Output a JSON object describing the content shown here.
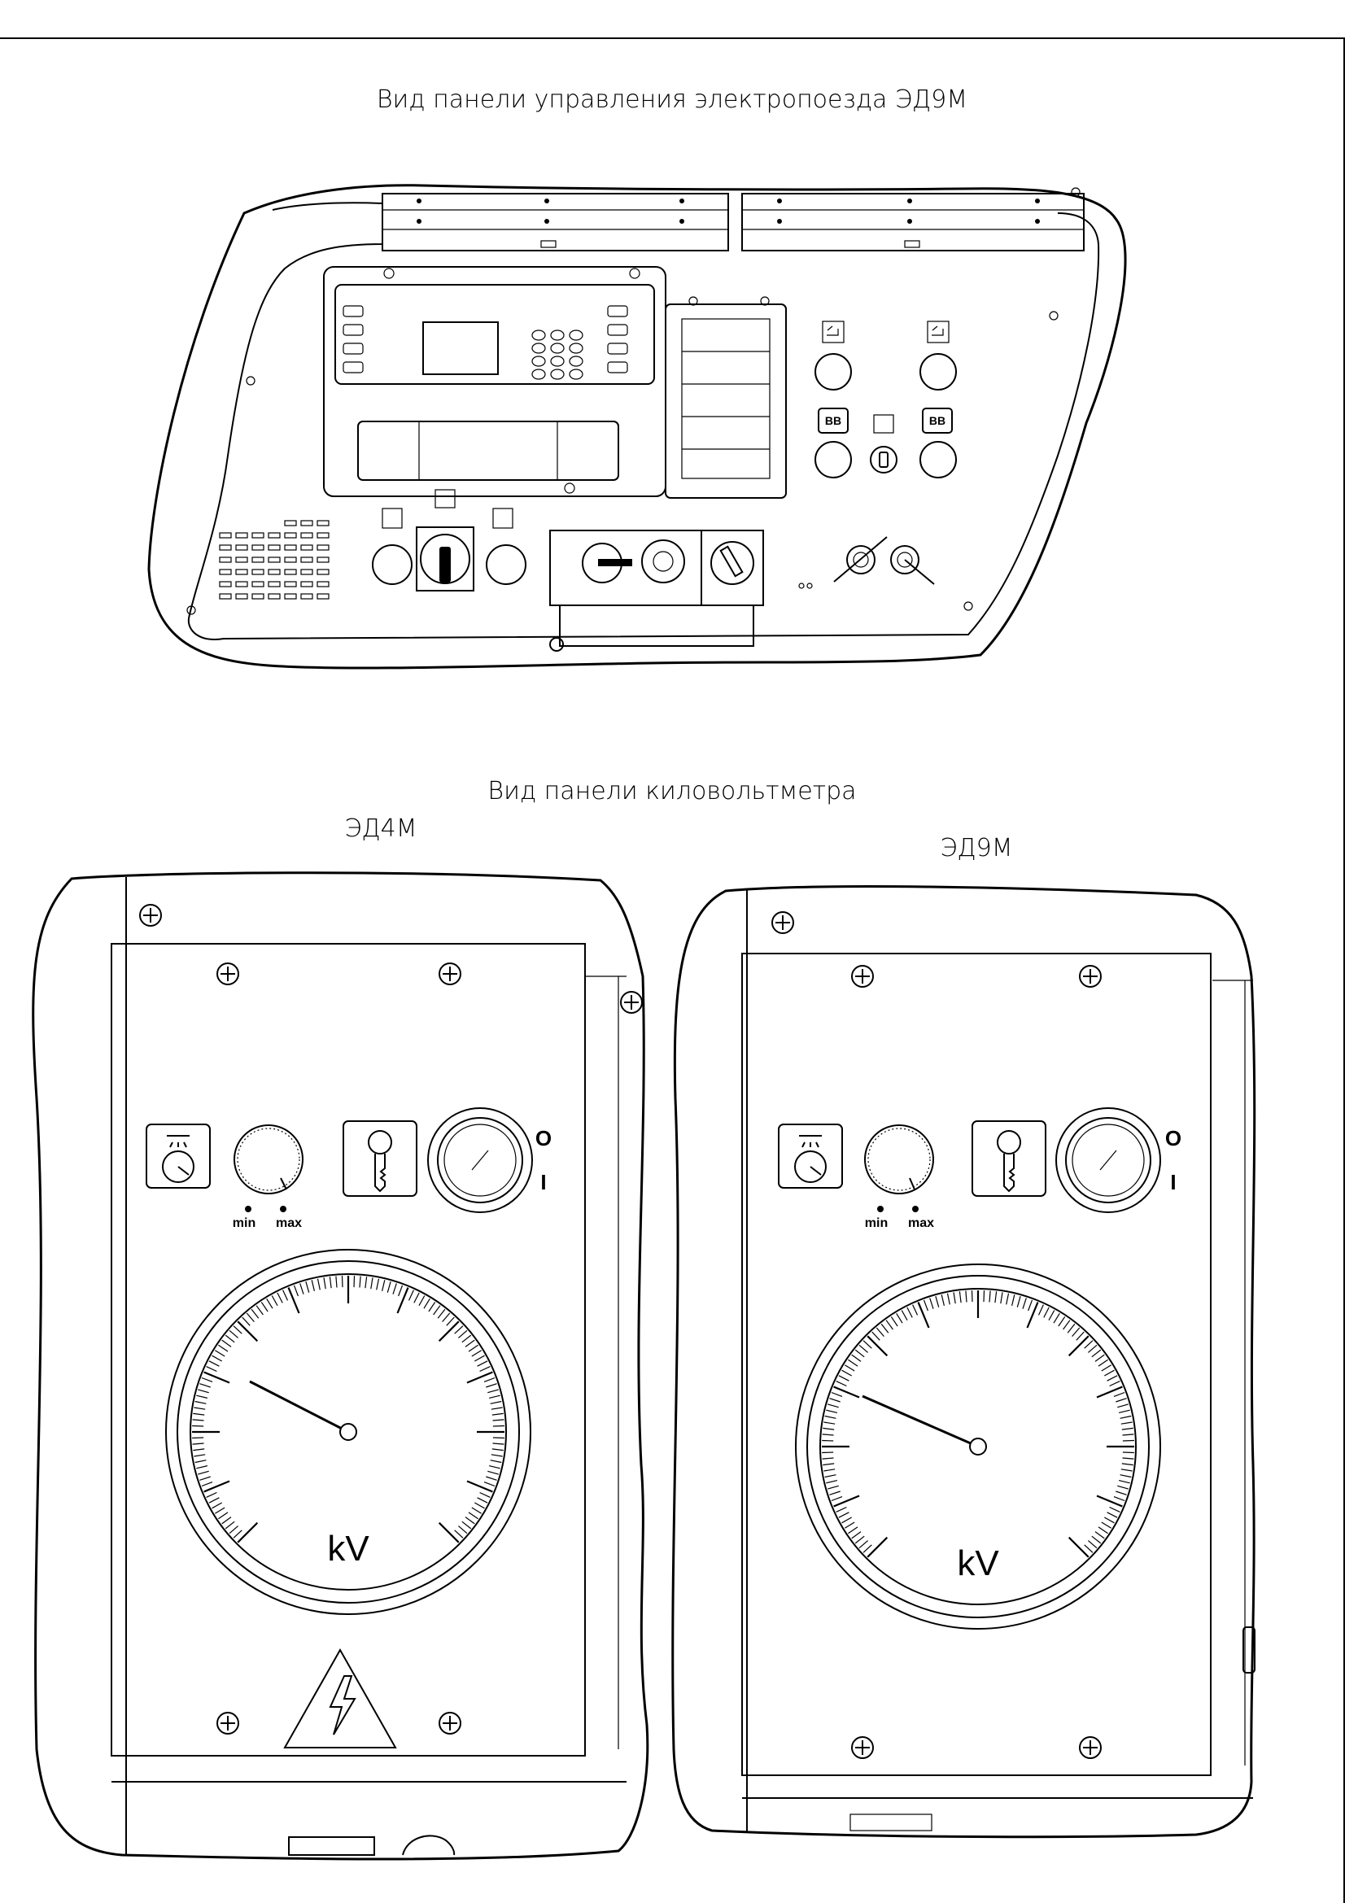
{
  "captions": {
    "control_panel_title": "Вид панели управления электропоезда ЭД9М",
    "kilovoltmeter_title": "Вид панели киловольтметра",
    "left_variant": "ЭД4М",
    "right_variant": "ЭД9М"
  },
  "kilovoltmeter_left": {
    "unit": "kV",
    "dimmer_min": "min",
    "dimmer_max": "max",
    "switch_off": "O",
    "switch_on": "I",
    "warning_sign": "high-voltage-icon"
  },
  "kilovoltmeter_right": {
    "unit": "kV",
    "dimmer_min": "min",
    "dimmer_max": "max",
    "switch_off": "O",
    "switch_on": "I"
  },
  "control_panel": {
    "button_labels": [
      "BB",
      "BB"
    ]
  },
  "colors": {
    "line": "#000000",
    "background": "#ffffff"
  }
}
